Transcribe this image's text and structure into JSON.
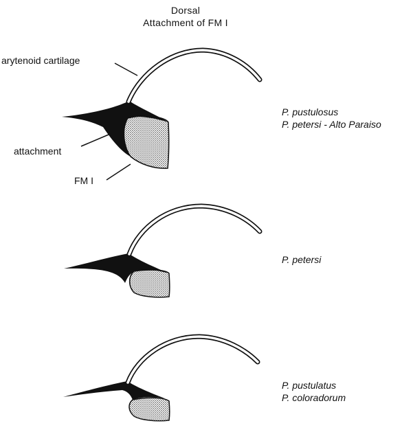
{
  "title": {
    "line1": "Dorsal",
    "line2": "Attachment of FM I"
  },
  "labels": {
    "arytenoid": "arytenoid cartilage",
    "attachment": "attachment",
    "fm1": "FM I"
  },
  "panels": [
    {
      "species": [
        "P. pustulosus",
        "P. petersi - Alto Paraiso"
      ]
    },
    {
      "species": [
        "P. petersi"
      ]
    },
    {
      "species": [
        "P. pustulatus",
        "P. coloradorum"
      ]
    }
  ],
  "colors": {
    "ink": "#111111",
    "stipple": "#9a9a9a"
  }
}
